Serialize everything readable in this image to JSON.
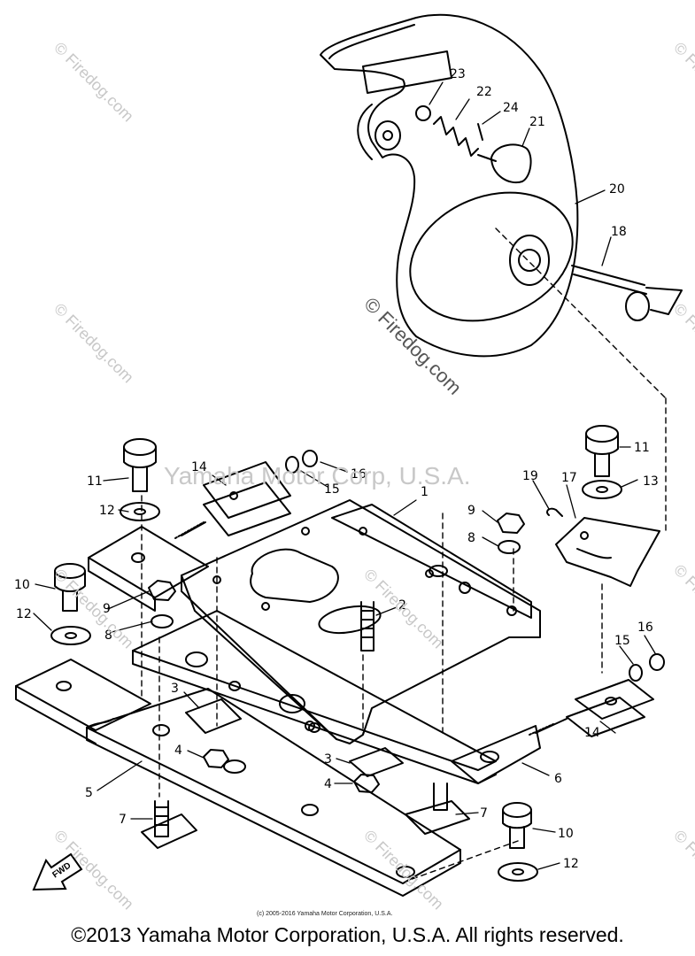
{
  "watermarks": {
    "site": "© Firedog.com",
    "center": "© Firedog.com",
    "owner": "Yamaha Motor Corp, U.S.A."
  },
  "part_labels": [
    "1",
    "2",
    "3",
    "4",
    "5",
    "6",
    "7",
    "8",
    "9",
    "10",
    "11",
    "12",
    "13",
    "14",
    "15",
    "16",
    "17",
    "18",
    "19",
    "20",
    "21",
    "22",
    "23",
    "24"
  ],
  "fwd_label": "FWD",
  "small_copyright": "(c) 2005-2016 Yamaha Motor Corporation, U.S.A.",
  "footer_copyright": "©2013 Yamaha Motor Corporation, U.S.A. All rights reserved."
}
